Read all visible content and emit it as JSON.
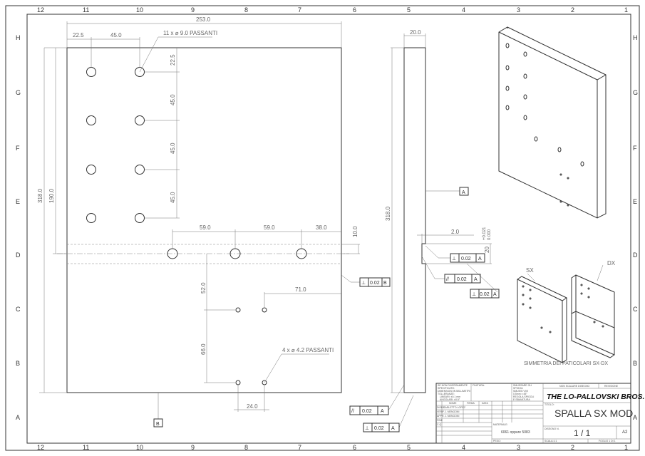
{
  "sheet": {
    "zones_columns": [
      "12",
      "11",
      "10",
      "9",
      "8",
      "7",
      "6",
      "5",
      "4",
      "3",
      "2",
      "1"
    ],
    "zones_rows": [
      "H",
      "G",
      "F",
      "E",
      "D",
      "C",
      "B",
      "A"
    ]
  },
  "front_view": {
    "dims": {
      "overall_width": "253.0",
      "first_col": "22.5",
      "col_spacing": "45.0",
      "first_row": "22.5",
      "row_spacing_1": "45.0",
      "row_spacing_2": "45.0",
      "row_spacing_3": "45.0",
      "overall_height": "318.0",
      "holes_height": "190.0",
      "side_hole_spacing_1": "59.0",
      "side_hole_spacing_2": "59.0",
      "side_hole_edge": "38.0",
      "side_hole_depth": "10.0",
      "small_holes_vert": "52.0",
      "small_holes_spacing_v": "66.0",
      "small_holes_edge": "71.0",
      "small_holes_spacing_h": "24.0"
    },
    "note_big_holes": "11 x ⌀ 9.0 PASSANTI",
    "note_small_holes": "4 x ⌀ 4.2 PASSANTI",
    "datum_b": "B",
    "fcf_perp_b": {
      "symbol": "⊥",
      "tol": "0.02",
      "datum": "B"
    }
  },
  "side_view": {
    "thickness": "20.0",
    "height": "318.0",
    "step": "2.0",
    "slot": "20",
    "slot_tol_upper": "+0.021",
    "slot_tol_lower": "0.000",
    "datum_a": "A",
    "fcfs": [
      {
        "symbol": "⊥",
        "tol": "0.02",
        "datum": "A"
      },
      {
        "symbol": "//",
        "tol": "0.02",
        "datum": "A"
      },
      {
        "symbol": "⊥",
        "tol": "0.02",
        "datum": "A"
      },
      {
        "symbol": "//",
        "tol": "0.02",
        "datum": "A"
      },
      {
        "symbol": "⊥",
        "tol": "0.02",
        "datum": "A"
      }
    ]
  },
  "symmetry": {
    "sx_label": "SX",
    "dx_label": "DX",
    "caption": "SIMMETRIA DEI PATICOLARI SX-DX"
  },
  "title_block": {
    "general_notes": [
      "SE NON DIVERSAMENTE",
      "SPECIFICATO:",
      "DIMENSIONI IN MILLIMETRI",
      "TOLLERANZE:",
      "LINEARI: ±0.1 mm",
      "ANGOLARI: ±0.5°"
    ],
    "finish_label": "FINITURA:",
    "edge_notes": [
      "SMUSSARE GLI",
      "SPIGOLI",
      "SMUSSI VIVI",
      "0.5mm x 45°",
      "REGOLA SPIGOLI",
      "E SBAVATURA"
    ],
    "no_scale": "NON SCALARE DISEGNO",
    "revision_label": "REVISIONE",
    "company": "THE LO-PALLOVSKI BROS.",
    "title_label": "TITOLO:",
    "title": "SPALLA SX MOD",
    "headers": [
      "NOME",
      "FIRMA",
      "DATA"
    ],
    "rows": [
      {
        "role": "DISEG.",
        "name": "CARLETTO LOPEZ"
      },
      {
        "role": "VERIF.",
        "name": "J. MENGONI"
      },
      {
        "role": "APPR.",
        "name": "J. MENGONI"
      },
      {
        "role": "FINE",
        "name": ""
      },
      {
        "role": "C.Q.",
        "name": ""
      }
    ],
    "material_label": "MATERIALE:",
    "material": "6061 oppure 5083",
    "weight_label": "PESO:",
    "drawing_no_label": "DISEGNO N.",
    "drawing_no": "1 / 1",
    "format": "A2",
    "scale": "SCALA:1:1",
    "sheet": "FOGLIO 1 DI 1"
  }
}
